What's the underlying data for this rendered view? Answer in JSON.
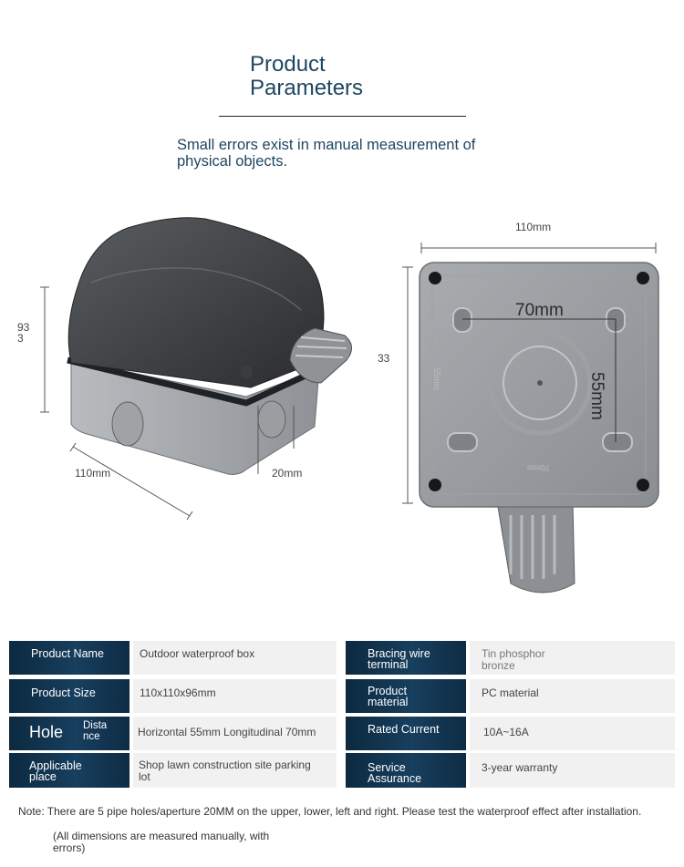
{
  "header": {
    "title_line1": "Product",
    "title_line2": "Parameters",
    "subtitle": "Small errors exist in manual measurement of physical objects."
  },
  "figure": {
    "left_height": "93\n3",
    "left_width": "110mm",
    "left_hole": "20mm",
    "right_width": "110mm",
    "right_height": "33",
    "inner_horizontal": "70mm",
    "inner_vertical": "55mm",
    "emboss_vertical": "55mm",
    "emboss_horizontal": "70mm"
  },
  "specs": [
    {
      "label": "Product Name",
      "value": "Outdoor waterproof box"
    },
    {
      "label": "Product Size",
      "value": "110x110x96mm"
    },
    {
      "label_big": "Hole",
      "label_small": "Dista\nnce",
      "value": "Horizontal 55mm  Longitudinal 70mm"
    },
    {
      "label": "Applicable\nplace",
      "value": "Shop lawn construction site parking\nlot"
    },
    {
      "label": "Bracing wire\nterminal",
      "value": "Tin phosphor\nbronze"
    },
    {
      "label": "Product\nmaterial",
      "value": "PC material"
    },
    {
      "label": "Rated Current",
      "value": "10A~16A"
    },
    {
      "label": "Service\nAssurance",
      "value": "3-year warranty"
    }
  ],
  "notes": {
    "note": "Note: There are 5 pipe holes/aperture 20MM on the upper, lower, left and right. Please test the waterproof effect after installation.",
    "note2": "(All dimensions are measured manually, with\nerrors)"
  }
}
